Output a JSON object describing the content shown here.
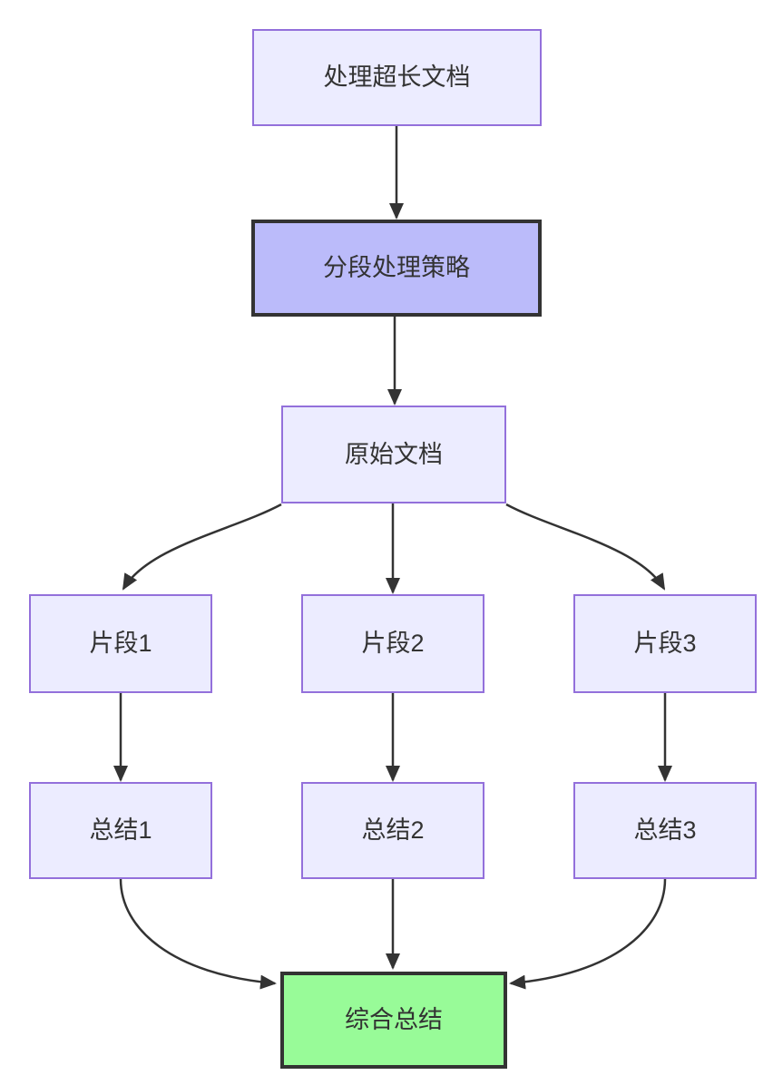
{
  "diagram": {
    "type": "flowchart",
    "direction": "top-down",
    "nodes": {
      "start": {
        "label": "处理超长文档",
        "kind": "default"
      },
      "strategy": {
        "label": "分段处理策略",
        "kind": "highlight"
      },
      "doc": {
        "label": "原始文档",
        "kind": "default"
      },
      "chunk1": {
        "label": "片段1",
        "kind": "default"
      },
      "chunk2": {
        "label": "片段2",
        "kind": "default"
      },
      "chunk3": {
        "label": "片段3",
        "kind": "default"
      },
      "sum1": {
        "label": "总结1",
        "kind": "default"
      },
      "sum2": {
        "label": "总结2",
        "kind": "default"
      },
      "sum3": {
        "label": "总结3",
        "kind": "default"
      },
      "final": {
        "label": "综合总结",
        "kind": "success"
      }
    },
    "edges": [
      {
        "from": "start",
        "to": "strategy"
      },
      {
        "from": "strategy",
        "to": "doc"
      },
      {
        "from": "doc",
        "to": "chunk1"
      },
      {
        "from": "doc",
        "to": "chunk2"
      },
      {
        "from": "doc",
        "to": "chunk3"
      },
      {
        "from": "chunk1",
        "to": "sum1"
      },
      {
        "from": "chunk2",
        "to": "sum2"
      },
      {
        "from": "chunk3",
        "to": "sum3"
      },
      {
        "from": "sum1",
        "to": "final"
      },
      {
        "from": "sum2",
        "to": "final"
      },
      {
        "from": "sum3",
        "to": "final"
      }
    ],
    "colors": {
      "background": "#FFFFFF",
      "node_fill": "#ECECFF",
      "node_border": "#9370DB",
      "highlight_fill": "#BBBBFA",
      "highlight_border": "#333333",
      "success_fill": "#98FB98",
      "success_border": "#333333",
      "edge": "#333333",
      "text": "#333333"
    }
  }
}
